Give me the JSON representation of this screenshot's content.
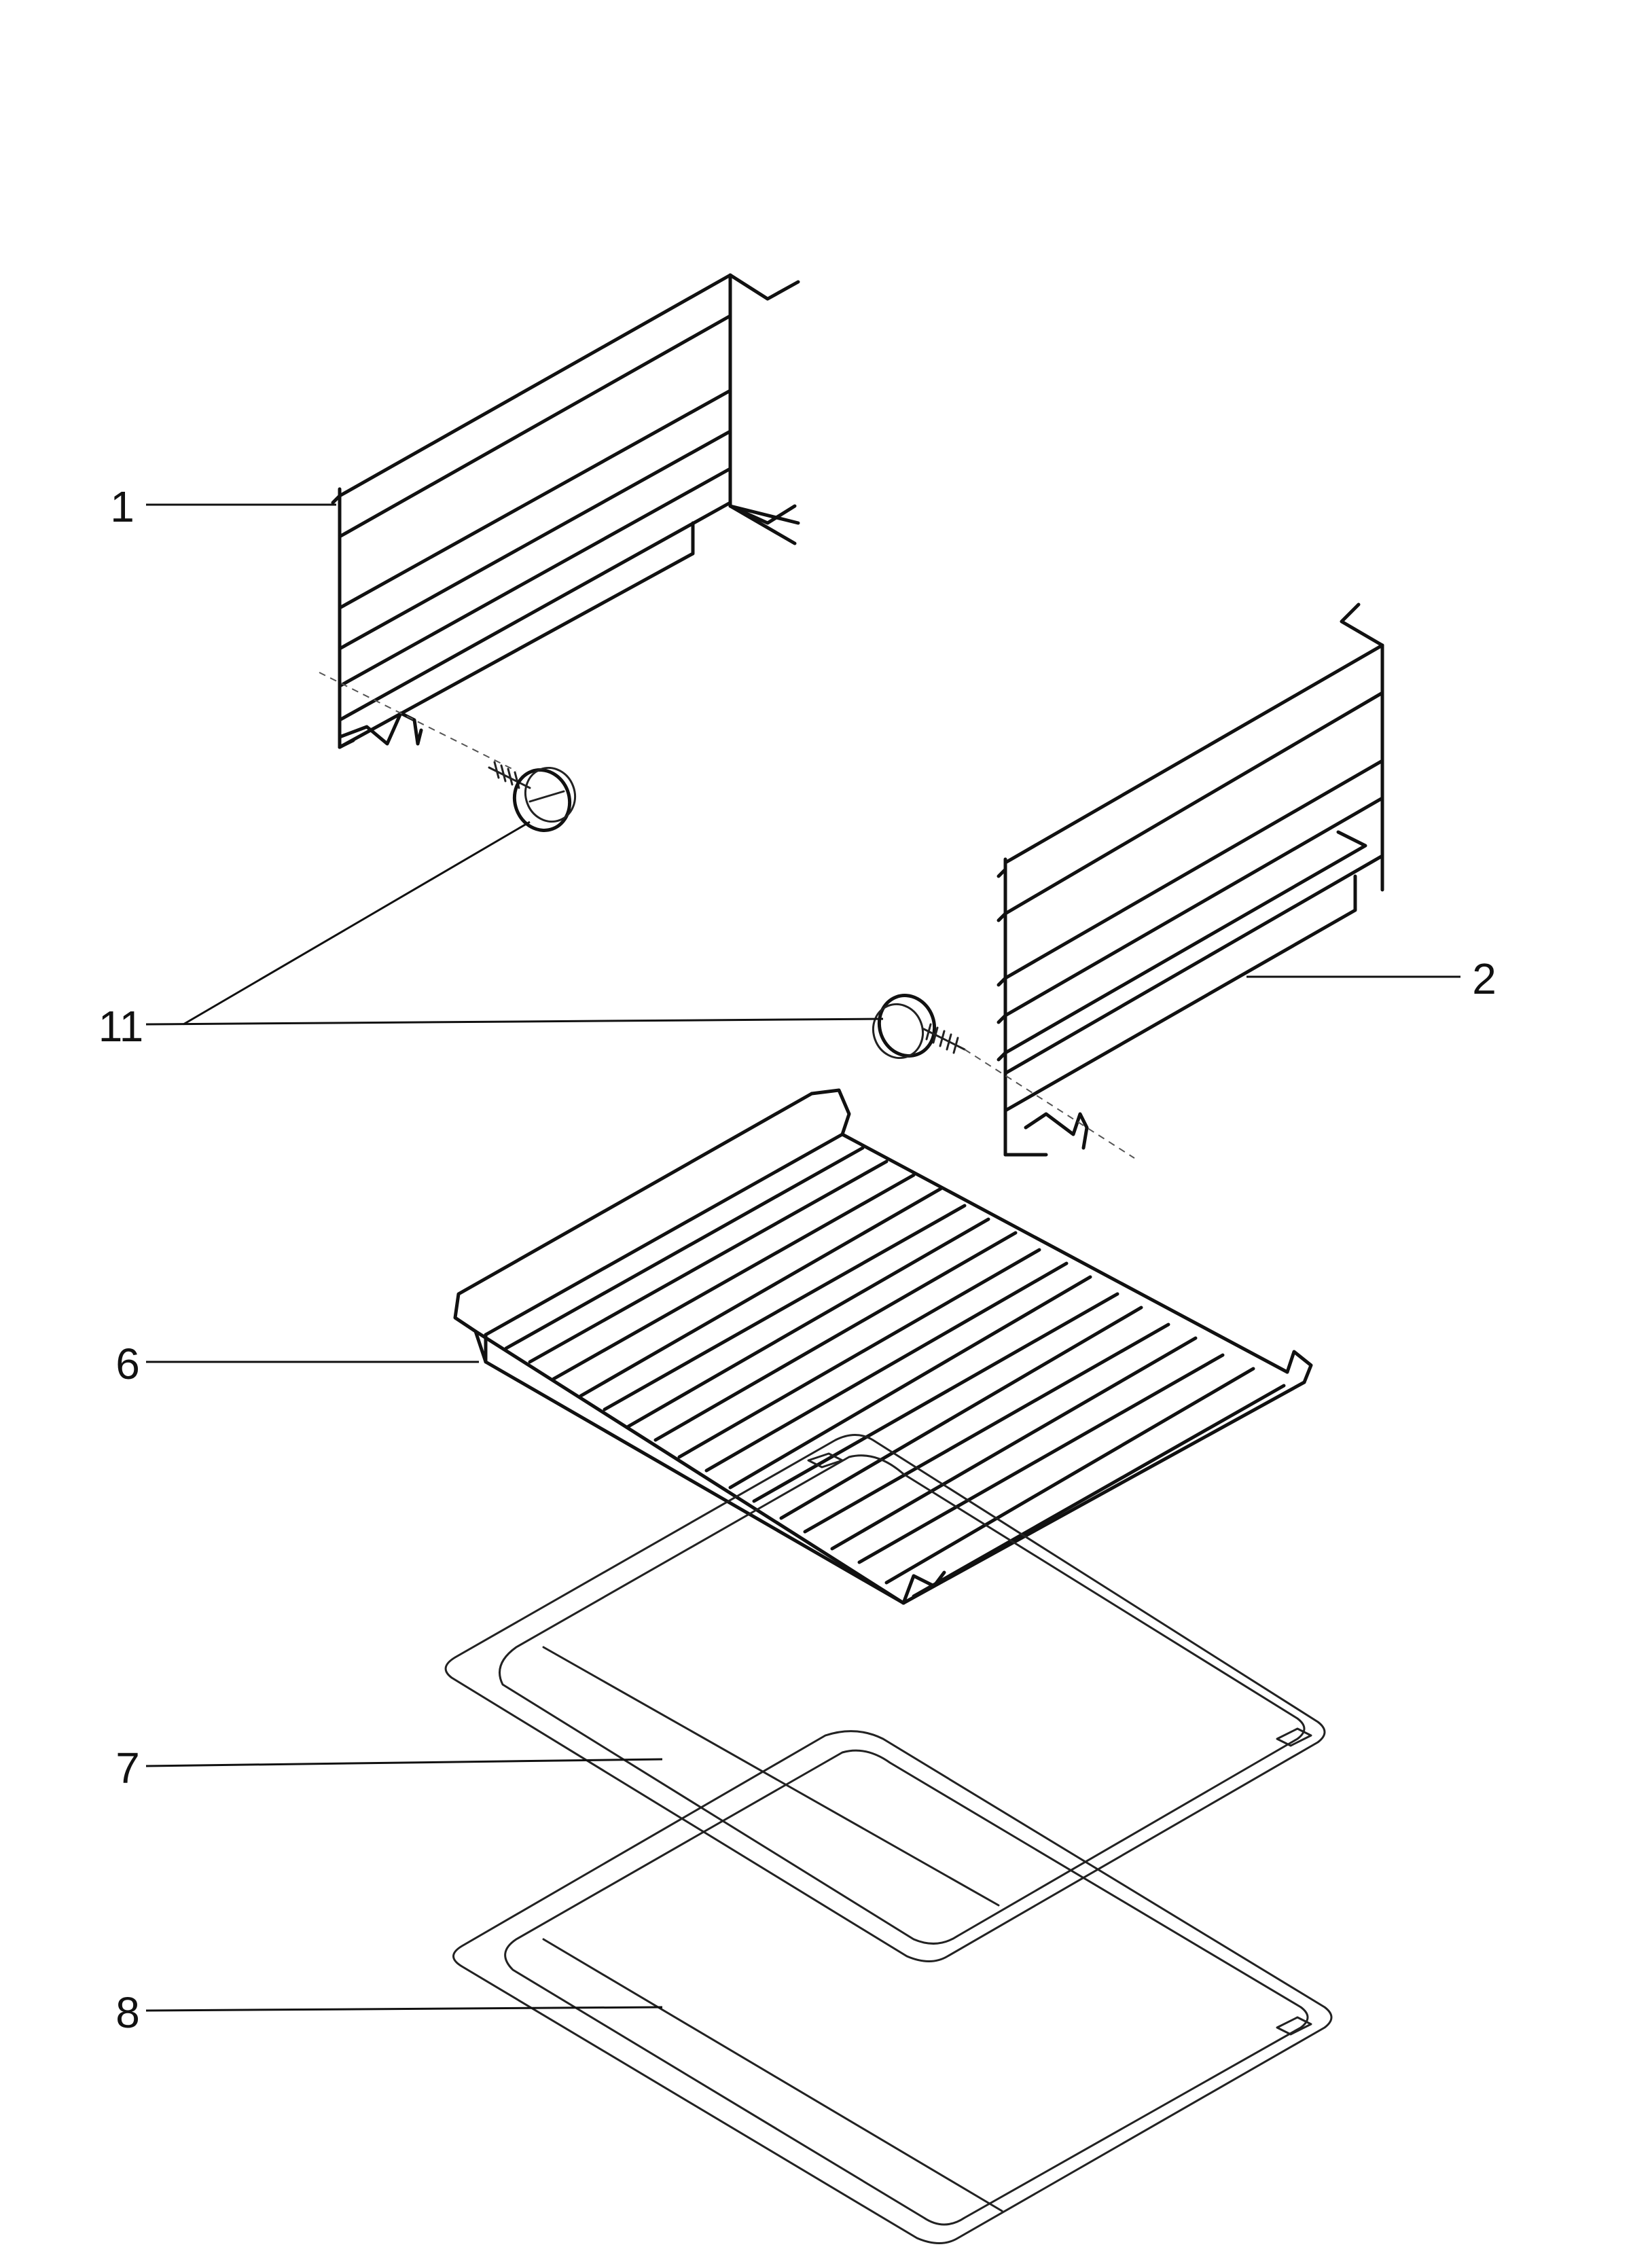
{
  "callouts": [
    {
      "id": "1",
      "label": "1"
    },
    {
      "id": "2",
      "label": "2"
    },
    {
      "id": "11",
      "label": "11"
    },
    {
      "id": "6",
      "label": "6"
    },
    {
      "id": "7",
      "label": "7"
    },
    {
      "id": "8",
      "label": "8"
    }
  ]
}
